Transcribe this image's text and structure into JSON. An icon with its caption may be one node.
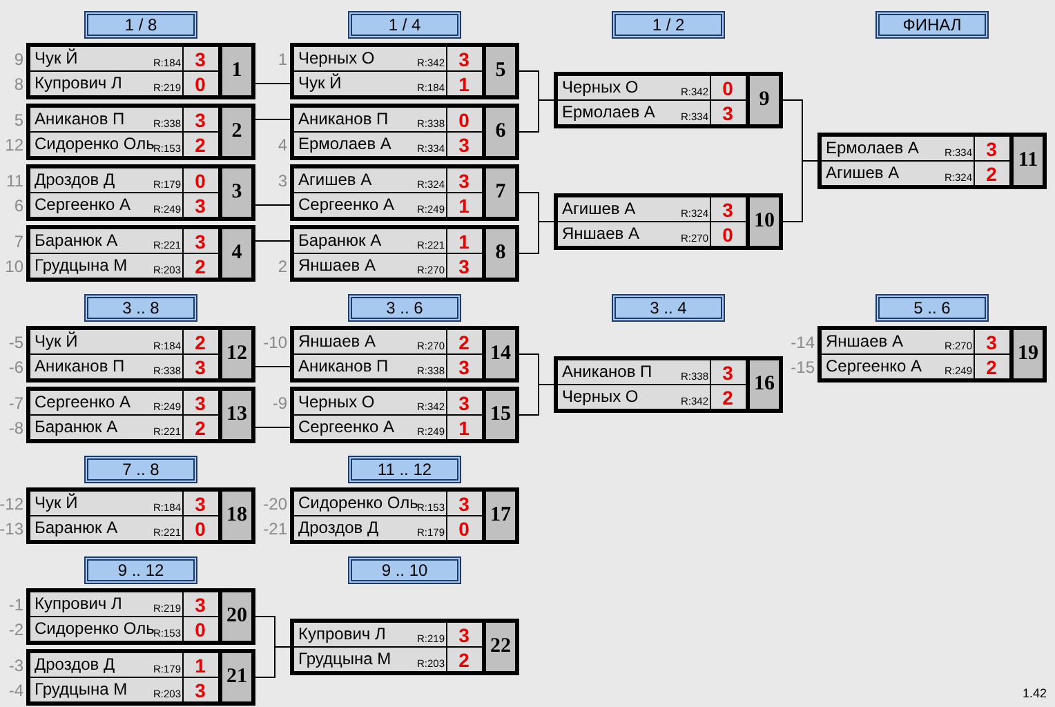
{
  "diagram": {
    "nodes": [
      {
        "text": [
          "1 / 8"
        ]
      },
      {
        "text": [
          "1"
        ]
      },
      {
        "text": [
          "Чук Й",
          "R:184",
          "3"
        ],
        "in": 1,
        "beside": [
          "9"
        ]
      },
      {
        "text": [
          "Купрович Л",
          "R:219",
          "0"
        ],
        "in": 1,
        "beside": [
          "8"
        ]
      },
      {
        "text": [
          "2"
        ]
      },
      {
        "text": [
          "Аниканов П",
          "R:338",
          "3"
        ],
        "in": 4,
        "beside": [
          "5"
        ]
      },
      {
        "text": [
          "Сидоренко Оль",
          "R:153",
          "2"
        ],
        "in": 4,
        "beside": [
          "12"
        ]
      },
      {
        "text": [
          "3"
        ]
      },
      {
        "text": [
          "Дроздов Д",
          "R:179",
          "0"
        ],
        "in": 7,
        "beside": [
          "11"
        ]
      },
      {
        "text": [
          "Сергеенко А",
          "R:249",
          "3"
        ],
        "in": 7,
        "beside": [
          "6"
        ]
      },
      {
        "text": [
          "4"
        ]
      },
      {
        "text": [
          "Баранюк А",
          "R:221",
          "3"
        ],
        "in": 10,
        "beside": [
          "7"
        ]
      },
      {
        "text": [
          "Грудцына М",
          "R:203",
          "2"
        ],
        "in": 10,
        "beside": [
          "10"
        ]
      },
      {
        "text": [
          "1 / 4"
        ]
      },
      {
        "text": [
          "5"
        ]
      },
      {
        "text": [
          "Черных О",
          "R:342",
          "3"
        ],
        "in": 14,
        "beside": [
          "1"
        ]
      },
      {
        "text": [
          "Чук Й",
          "R:184",
          "1"
        ],
        "in": 14
      },
      {
        "text": [
          "6"
        ]
      },
      {
        "text": [
          "Аниканов П",
          "R:338",
          "0"
        ],
        "in": 17
      },
      {
        "text": [
          "Ермолаев А",
          "R:334",
          "3"
        ],
        "in": 17,
        "beside": [
          "4"
        ]
      },
      {
        "text": [
          "7"
        ]
      },
      {
        "text": [
          "Агишев А",
          "R:324",
          "3"
        ],
        "in": 20,
        "beside": [
          "3"
        ]
      },
      {
        "text": [
          "Сергеенко А",
          "R:249",
          "1"
        ],
        "in": 20
      },
      {
        "text": [
          "8"
        ]
      },
      {
        "text": [
          "Баранюк А",
          "R:221",
          "1"
        ],
        "in": 23
      },
      {
        "text": [
          "Яншаев А",
          "R:270",
          "3"
        ],
        "in": 23,
        "beside": [
          "2"
        ]
      },
      {
        "text": [
          "1 / 2"
        ]
      },
      {
        "text": [
          "9"
        ]
      },
      {
        "text": [
          "Черных О",
          "R:342",
          "0"
        ],
        "in": 27
      },
      {
        "text": [
          "Ермолаев А",
          "R:334",
          "3"
        ],
        "in": 27
      },
      {
        "text": [
          "10"
        ]
      },
      {
        "text": [
          "Агишев А",
          "R:324",
          "3"
        ],
        "in": 30
      },
      {
        "text": [
          "Яншаев А",
          "R:270",
          "0"
        ],
        "in": 30
      },
      {
        "text": [
          "ФИНАЛ"
        ]
      },
      {
        "text": [
          "11"
        ]
      },
      {
        "text": [
          "Ермолаев А",
          "R:334",
          "3"
        ],
        "in": 34
      },
      {
        "text": [
          "Агишев А",
          "R:324",
          "2"
        ],
        "in": 34
      },
      {
        "text": [
          "3 .. 8"
        ]
      },
      {
        "text": [
          "12"
        ]
      },
      {
        "text": [
          "Чук Й",
          "R:184",
          "2"
        ],
        "in": 38,
        "beside": [
          "-5"
        ]
      },
      {
        "text": [
          "Аниканов П",
          "R:338",
          "3"
        ],
        "in": 38,
        "beside": [
          "-6"
        ]
      },
      {
        "text": [
          "13"
        ]
      },
      {
        "text": [
          "Сергеенко А",
          "R:249",
          "3"
        ],
        "in": 41,
        "beside": [
          "-7"
        ]
      },
      {
        "text": [
          "Баранюк А",
          "R:221",
          "2"
        ],
        "in": 41,
        "beside": [
          "-8"
        ]
      },
      {
        "text": [
          "3 .. 6"
        ]
      },
      {
        "text": [
          "14"
        ]
      },
      {
        "text": [
          "Яншаев А",
          "R:270",
          "2"
        ],
        "in": 45,
        "beside": [
          "-10"
        ]
      },
      {
        "text": [
          "Аниканов П",
          "R:338",
          "3"
        ],
        "in": 45
      },
      {
        "text": [
          "15"
        ]
      },
      {
        "text": [
          "Черных О",
          "R:342",
          "3"
        ],
        "in": 48,
        "beside": [
          "-9"
        ]
      },
      {
        "text": [
          "Сергеенко А",
          "R:249",
          "1"
        ],
        "in": 48
      },
      {
        "text": [
          "3 .. 4"
        ]
      },
      {
        "text": [
          "16"
        ]
      },
      {
        "text": [
          "Аниканов П",
          "R:338",
          "3"
        ],
        "in": 52
      },
      {
        "text": [
          "Черных О",
          "R:342",
          "2"
        ],
        "in": 52
      },
      {
        "text": [
          "5 .. 6"
        ]
      },
      {
        "text": [
          "19"
        ]
      },
      {
        "text": [
          "Яншаев А",
          "R:270",
          "3"
        ],
        "in": 56,
        "beside": [
          "-14"
        ]
      },
      {
        "text": [
          "Сергеенко А",
          "R:249",
          "2"
        ],
        "in": 56,
        "beside": [
          "-15"
        ]
      },
      {
        "text": [
          "7 .. 8"
        ]
      },
      {
        "text": [
          "18"
        ]
      },
      {
        "text": [
          "Чук Й",
          "R:184",
          "3"
        ],
        "in": 60,
        "beside": [
          "-12"
        ]
      },
      {
        "text": [
          "Баранюк А",
          "R:221",
          "0"
        ],
        "in": 60,
        "beside": [
          "-13"
        ]
      },
      {
        "text": [
          "11 .. 12"
        ]
      },
      {
        "text": [
          "17"
        ]
      },
      {
        "text": [
          "Сидоренко Оль",
          "R:153",
          "3"
        ],
        "in": 64,
        "beside": [
          "-20"
        ]
      },
      {
        "text": [
          "Дроздов Д",
          "R:179",
          "0"
        ],
        "in": 64,
        "beside": [
          "-21"
        ]
      },
      {
        "text": [
          "9 .. 12"
        ]
      },
      {
        "text": [
          "20"
        ]
      },
      {
        "text": [
          "Купрович Л",
          "R:219",
          "3"
        ],
        "in": 68,
        "beside": [
          "-1"
        ]
      },
      {
        "text": [
          "Сидоренко Оль",
          "R:153",
          "0"
        ],
        "in": 68,
        "beside": [
          "-2"
        ]
      },
      {
        "text": [
          "21"
        ]
      },
      {
        "text": [
          "Дроздов Д",
          "R:179",
          "1"
        ],
        "in": 71,
        "beside": [
          "-3"
        ]
      },
      {
        "text": [
          "Грудцына М",
          "R:203",
          "3"
        ],
        "in": 71,
        "beside": [
          "-4"
        ]
      },
      {
        "text": [
          "9 .. 10"
        ]
      },
      {
        "text": [
          "22"
        ]
      },
      {
        "text": [
          "Купрович Л",
          "R:219",
          "3"
        ],
        "in": 75
      },
      {
        "text": [
          "Грудцына М",
          "R:203",
          "2"
        ],
        "in": 75
      }
    ],
    "edges": [
      {
        "from": 1,
        "to": 16,
        "arrow": "none"
      },
      {
        "from": 4,
        "to": 18,
        "arrow": "none"
      },
      {
        "from": 7,
        "to": 22,
        "arrow": "none"
      },
      {
        "from": 10,
        "to": 24,
        "arrow": "none"
      },
      {
        "from": 14,
        "to": 27,
        "arrow": "none"
      },
      {
        "from": 17,
        "to": 27,
        "arrow": "none"
      },
      {
        "from": 20,
        "to": 30,
        "arrow": "none"
      },
      {
        "from": 23,
        "to": 30,
        "arrow": "none"
      },
      {
        "from": 27,
        "to": 34,
        "arrow": "none"
      },
      {
        "from": 30,
        "to": 34,
        "arrow": "none"
      },
      {
        "from": 38,
        "to": 47,
        "arrow": "none"
      },
      {
        "from": 41,
        "to": 50,
        "arrow": "none"
      },
      {
        "from": 45,
        "to": 52,
        "arrow": "none"
      },
      {
        "from": 48,
        "to": 52,
        "arrow": "none"
      },
      {
        "from": 68,
        "to": 75,
        "arrow": "none"
      },
      {
        "from": 71,
        "to": 75,
        "arrow": "none"
      }
    ],
    "labels": [
      "1.42"
    ]
  }
}
